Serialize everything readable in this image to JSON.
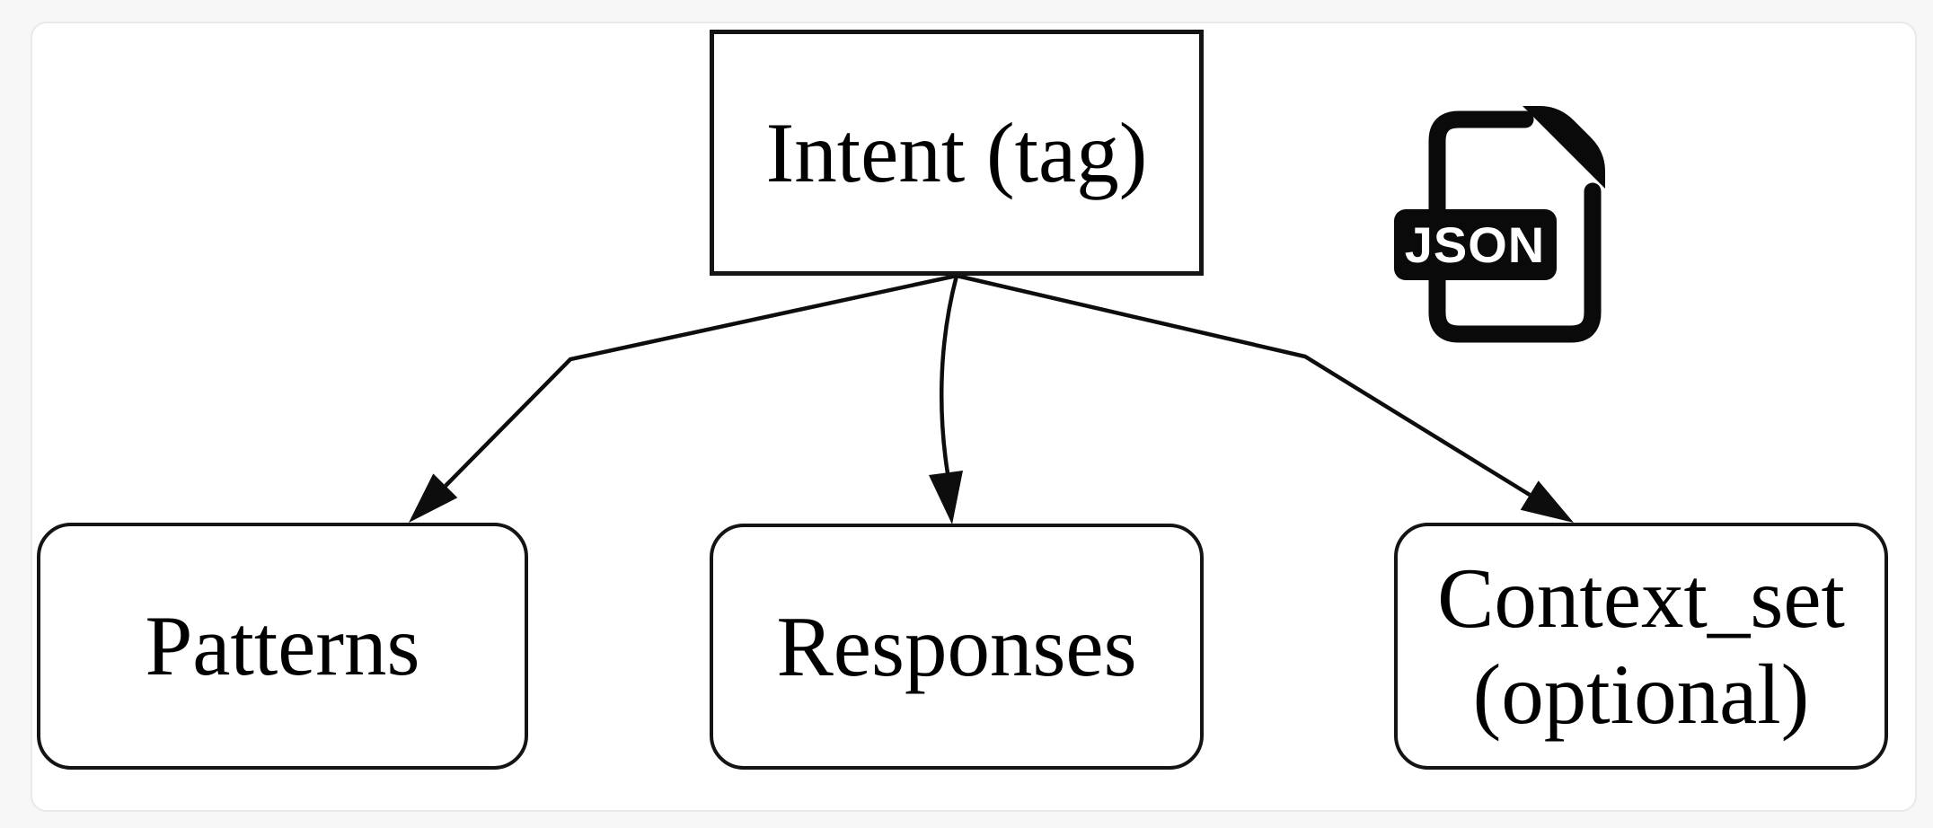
{
  "diagram": {
    "nodes": {
      "root": {
        "label": "Intent (tag)"
      },
      "patterns": {
        "label": "Patterns"
      },
      "responses": {
        "label": "Responses"
      },
      "context": {
        "line1": "Context_set",
        "line2": "(optional)"
      }
    },
    "file_icon": {
      "format_label": "JSON"
    },
    "colors": {
      "arrow_line": "#0d0d0d",
      "node_border": "#141414",
      "node_fill": "#ffffff",
      "text": "#000000",
      "icon": "#0a0a0a",
      "card_background": "#ffffff",
      "card_border": "#e9e9eb",
      "page_background": "#f7f7f8"
    }
  }
}
